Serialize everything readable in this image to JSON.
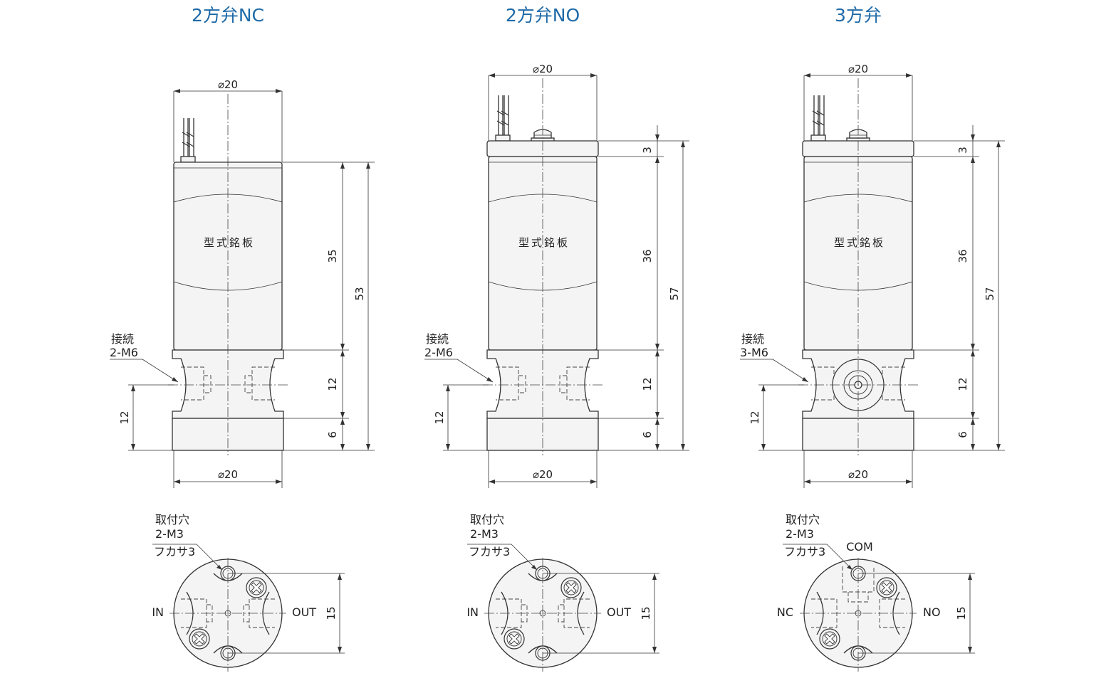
{
  "valves": [
    {
      "title": "2方弁NC",
      "top_diameter": "⌀20",
      "bottom_diameter": "⌀20",
      "plate_label": "型式銘板",
      "dim_body": "35",
      "dim_total": "53",
      "dim_cap": "",
      "dim_port_block": "12",
      "dim_base": "6",
      "dim_port_height": "12",
      "conn_label_1": "接続",
      "conn_label_2": "2-M6",
      "mount_label_1": "取付穴",
      "mount_label_2": "2-M3",
      "mount_label_3": "フカサ3",
      "port_left": "IN",
      "port_right": "OUT",
      "port_top": "",
      "dim_mount": "15"
    },
    {
      "title": "2方弁NO",
      "top_diameter": "⌀20",
      "bottom_diameter": "⌀20",
      "plate_label": "型式銘板",
      "dim_body": "36",
      "dim_total": "57",
      "dim_cap": "3",
      "dim_port_block": "12",
      "dim_base": "6",
      "dim_port_height": "12",
      "conn_label_1": "接続",
      "conn_label_2": "2-M6",
      "mount_label_1": "取付穴",
      "mount_label_2": "2-M3",
      "mount_label_3": "フカサ3",
      "port_left": "IN",
      "port_right": "OUT",
      "port_top": "",
      "dim_mount": "15"
    },
    {
      "title": "3方弁",
      "top_diameter": "⌀20",
      "bottom_diameter": "⌀20",
      "plate_label": "型式銘板",
      "dim_body": "36",
      "dim_total": "57",
      "dim_cap": "3",
      "dim_port_block": "12",
      "dim_base": "6",
      "dim_port_height": "12",
      "conn_label_1": "接続",
      "conn_label_2": "3-M6",
      "mount_label_1": "取付穴",
      "mount_label_2": "2-M3",
      "mount_label_3": "フカサ3",
      "port_left": "NC",
      "port_right": "NO",
      "port_top": "COM",
      "dim_mount": "15"
    }
  ]
}
